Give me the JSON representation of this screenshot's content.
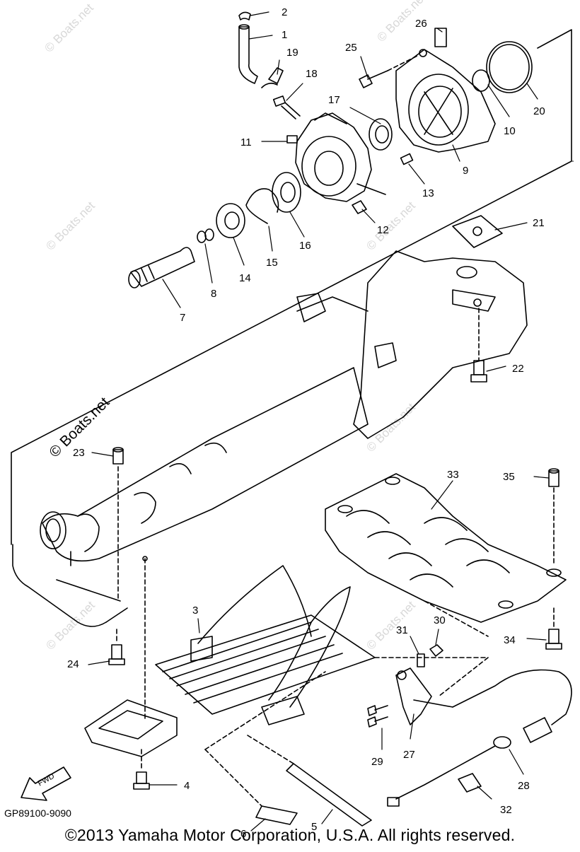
{
  "diagram": {
    "code": "GP89100-9090",
    "copyright": "©2013 Yamaha Motor Corporation, U.S.A. All rights reserved.",
    "watermark": "© Boats.net",
    "fwd_label": "FWD",
    "part_numbers": [
      "1",
      "2",
      "3",
      "4",
      "5",
      "6",
      "7",
      "8",
      "9",
      "10",
      "11",
      "12",
      "13",
      "14",
      "15",
      "16",
      "17",
      "18",
      "19",
      "20",
      "21",
      "22",
      "23",
      "24",
      "25",
      "26",
      "27",
      "28",
      "29",
      "30",
      "31",
      "32",
      "33",
      "34",
      "35"
    ]
  }
}
